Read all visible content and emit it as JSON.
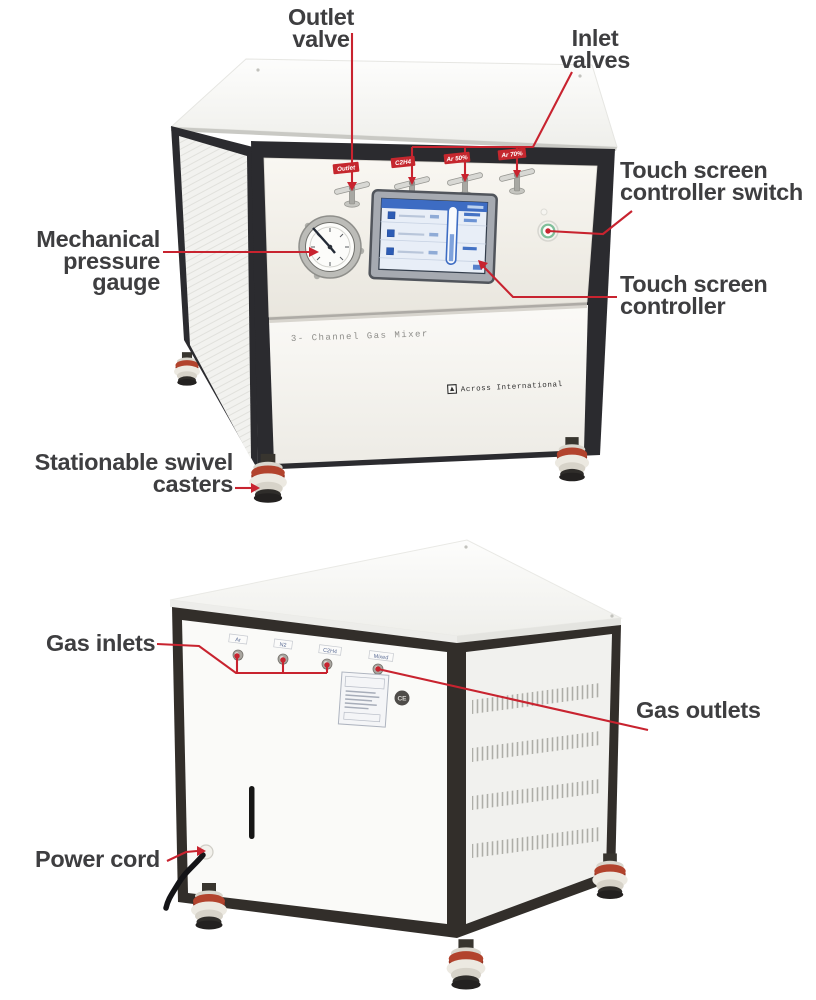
{
  "colors": {
    "annotation_text": "#3e3e40",
    "annotation_line": "#c8232f",
    "tag_red": "#c5272e",
    "frame_dark": "#2b2b2f",
    "rear_frame_dark": "#322e2a",
    "panel_cream": "#f6f4ef",
    "screen_blue": "#3d6cc3",
    "caster_orange": "#b2432d"
  },
  "front_view": {
    "callouts": {
      "outlet_valve": {
        "line1": "Outlet",
        "line2": "valve"
      },
      "inlet_valves": {
        "line1": "Inlet",
        "line2": "valves"
      },
      "touch_screen_switch": {
        "line1": "Touch screen",
        "line2": "controller switch"
      },
      "mechanical_gauge": {
        "line1": "Mechanical",
        "line2": "pressure",
        "line3": "gauge"
      },
      "touch_screen_controller": {
        "line1": "Touch screen",
        "line2": "controller"
      },
      "swivel_casters": {
        "line1": "Stationable swivel",
        "line2": "casters"
      }
    },
    "valve_tags": {
      "v1": "Outlet",
      "v2": "C2H4",
      "v3": "Ar 50%",
      "v4": "Ar 70%"
    },
    "panel_label": "3- Channel Gas Mixer",
    "brand": "Across International"
  },
  "rear_view": {
    "callouts": {
      "gas_inlets": {
        "line1": "Gas inlets"
      },
      "gas_outlets": {
        "line1": "Gas outlets"
      },
      "power_cord": {
        "line1": "Power cord"
      }
    },
    "inlet_tags": {
      "t1": "Ar",
      "t2": "N2",
      "t3": "C2H4",
      "t4": "Mixed"
    },
    "ce_mark": "CE"
  }
}
